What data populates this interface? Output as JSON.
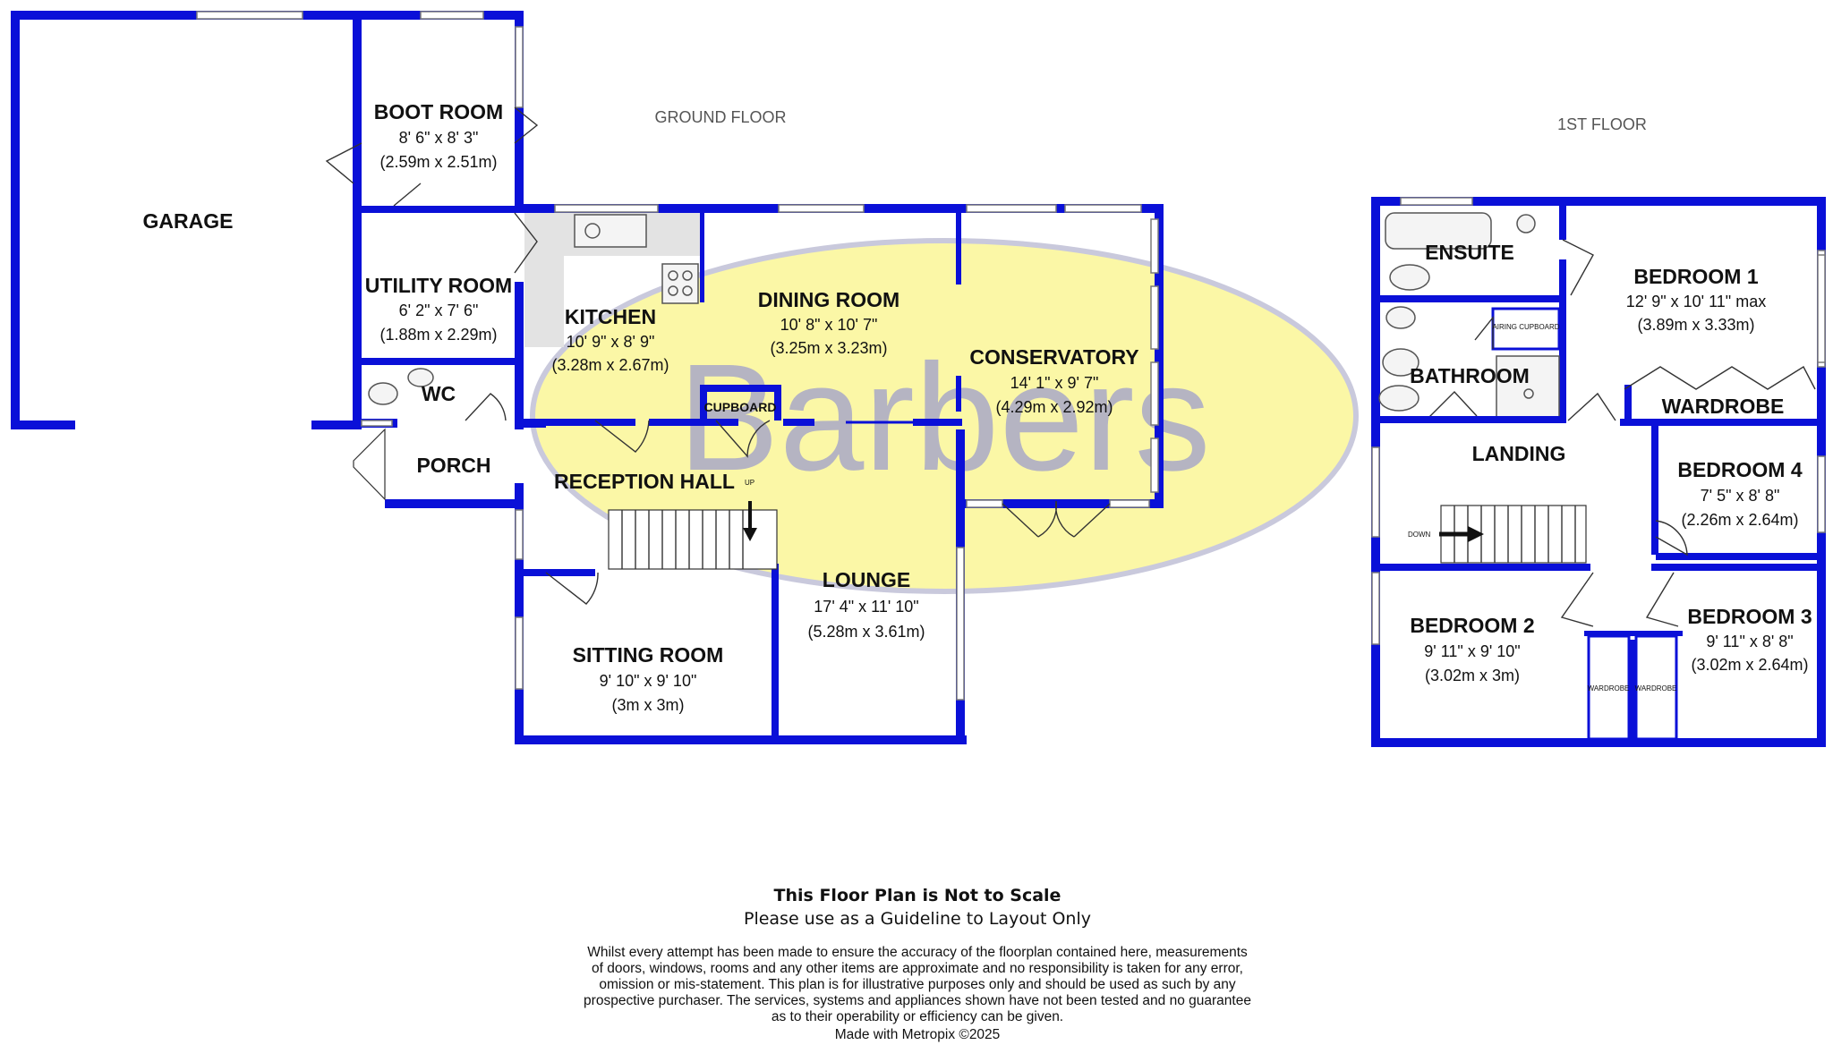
{
  "floors": {
    "ground": "GROUND FLOOR",
    "first": "1ST FLOOR"
  },
  "watermark": "Barbers",
  "colors": {
    "walls": "#0a10d8",
    "logo_ellipse": "#fbf7a6",
    "watermark": "#a9a9c8"
  },
  "rooms": {
    "garage": {
      "name": "GARAGE"
    },
    "boot_room": {
      "name": "BOOT ROOM",
      "imperial": "8' 6\" x 8' 3\"",
      "metric": "(2.59m x 2.51m)"
    },
    "utility_room": {
      "name": "UTILITY ROOM",
      "imperial": "6' 2\" x 7' 6\"",
      "metric": "(1.88m x 2.29m)"
    },
    "wc": {
      "name": "WC"
    },
    "porch": {
      "name": "PORCH"
    },
    "kitchen": {
      "name": "KITCHEN",
      "imperial": "10' 9\" x 8' 9\"",
      "metric": "(3.28m x 2.67m)"
    },
    "dining_room": {
      "name": "DINING ROOM",
      "imperial": "10' 8\" x 10' 7\"",
      "metric": "(3.25m x 3.23m)"
    },
    "conservatory": {
      "name": "CONSERVATORY",
      "imperial": "14' 1\" x 9' 7\"",
      "metric": "(4.29m x 2.92m)"
    },
    "cupboard": {
      "name": "CUPBOARD"
    },
    "reception_hall": {
      "name": "RECEPTION HALL"
    },
    "lounge": {
      "name": "LOUNGE",
      "imperial": "17' 4\" x 11' 10\"",
      "metric": "(5.28m x 3.61m)"
    },
    "sitting_room": {
      "name": "SITTING ROOM",
      "imperial": "9' 10\" x 9' 10\"",
      "metric": "(3m x 3m)"
    },
    "ensuite": {
      "name": "ENSUITE"
    },
    "bedroom1": {
      "name": "BEDROOM 1",
      "imperial": "12' 9\" x 10' 11\" max",
      "metric": "(3.89m x 3.33m)"
    },
    "airing_cupboard": {
      "name": "AIRING CUPBOARD"
    },
    "bathroom": {
      "name": "BATHROOM"
    },
    "wardrobe": {
      "name": "WARDROBE"
    },
    "landing": {
      "name": "LANDING"
    },
    "bedroom4": {
      "name": "BEDROOM 4",
      "imperial": "7' 5\" x 8' 8\"",
      "metric": "(2.26m x 2.64m)"
    },
    "bedroom2": {
      "name": "BEDROOM 2",
      "imperial": "9' 11\" x 9' 10\"",
      "metric": "(3.02m x 3m)"
    },
    "bedroom3": {
      "name": "BEDROOM 3",
      "imperial": "9' 11\" x 8' 8\"",
      "metric": "(3.02m x 2.64m)"
    },
    "wardrobe_small_1": {
      "name": "WARDROBE"
    },
    "wardrobe_small_2": {
      "name": "WARDROBE"
    }
  },
  "stairs": {
    "up": "UP",
    "down": "DOWN"
  },
  "footer": {
    "title": "This Floor Plan is Not to Scale",
    "subtitle": "Please use as a Guideline to Layout Only",
    "disclaimer": [
      "Whilst every attempt has been made to ensure the accuracy of the floorplan contained here, measurements",
      "of doors, windows, rooms and any other items are approximate and no responsibility is taken for any error,",
      "omission or mis-statement. This plan is for illustrative purposes only and should be used as such by any",
      "prospective purchaser. The services, systems and appliances shown have not been tested and no guarantee",
      "as to their operability or efficiency can be given."
    ],
    "credit": "Made with Metropix ©2025"
  }
}
